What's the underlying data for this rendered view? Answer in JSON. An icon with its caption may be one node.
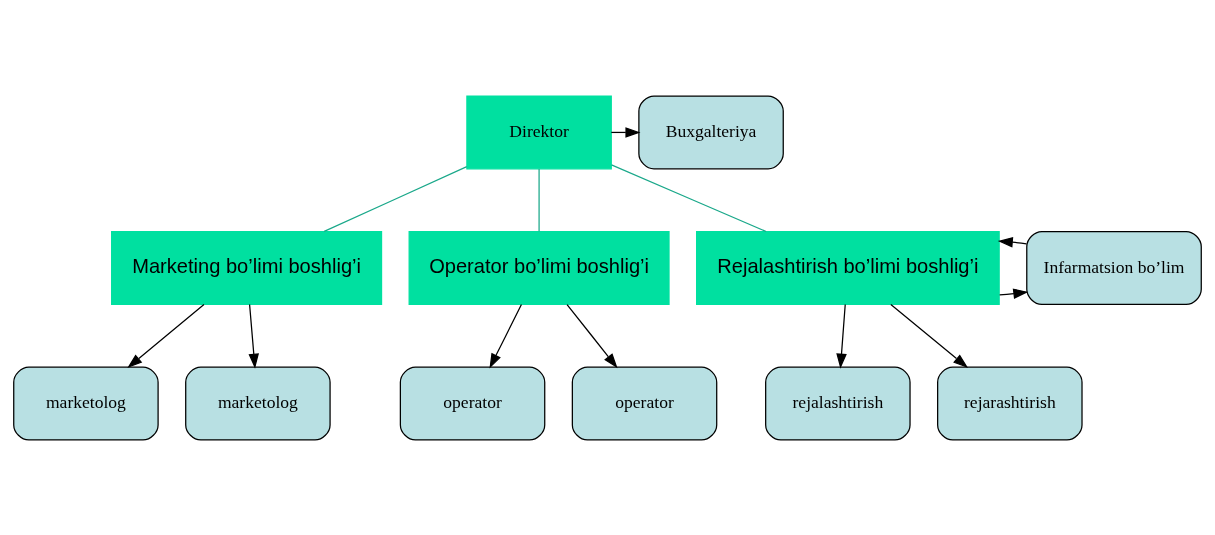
{
  "diagram": {
    "nodes": [
      {
        "text": [
          "Direktor"
        ]
      },
      {
        "text": [
          "Buxgalteriya"
        ]
      },
      {
        "text": [
          "Marketing bo’limi boshlig’i"
        ]
      },
      {
        "text": [
          "Operator bo’limi boshlig’i"
        ]
      },
      {
        "text": [
          "Rejalashtirish bo’limi boshlig’i"
        ]
      },
      {
        "text": [
          "Infarmatsion bo’lim"
        ]
      },
      {
        "text": [
          "marketolog"
        ]
      },
      {
        "text": [
          "marketolog"
        ]
      },
      {
        "text": [
          "operator"
        ]
      },
      {
        "text": [
          "operator"
        ]
      },
      {
        "text": [
          "rejalashtirish"
        ]
      },
      {
        "text": [
          "rejarashtirish"
        ]
      }
    ],
    "edges": [
      {
        "from": 0,
        "to": 1,
        "arrow": "to"
      },
      {
        "from": 0,
        "to": 2,
        "arrow": "none",
        "color": "#1aa88a"
      },
      {
        "from": 0,
        "to": 3,
        "arrow": "none",
        "color": "#1aa88a"
      },
      {
        "from": 0,
        "to": 4,
        "arrow": "none",
        "color": "#1aa88a"
      },
      {
        "from": 4,
        "to": 5,
        "arrow": "to"
      },
      {
        "from": 5,
        "to": 4,
        "arrow": "to"
      },
      {
        "from": 2,
        "to": 6,
        "arrow": "to"
      },
      {
        "from": 2,
        "to": 7,
        "arrow": "to"
      },
      {
        "from": 3,
        "to": 8,
        "arrow": "to"
      },
      {
        "from": 3,
        "to": 9,
        "arrow": "to"
      },
      {
        "from": 4,
        "to": 10,
        "arrow": "to"
      },
      {
        "from": 4,
        "to": 11,
        "arrow": "to"
      }
    ]
  }
}
